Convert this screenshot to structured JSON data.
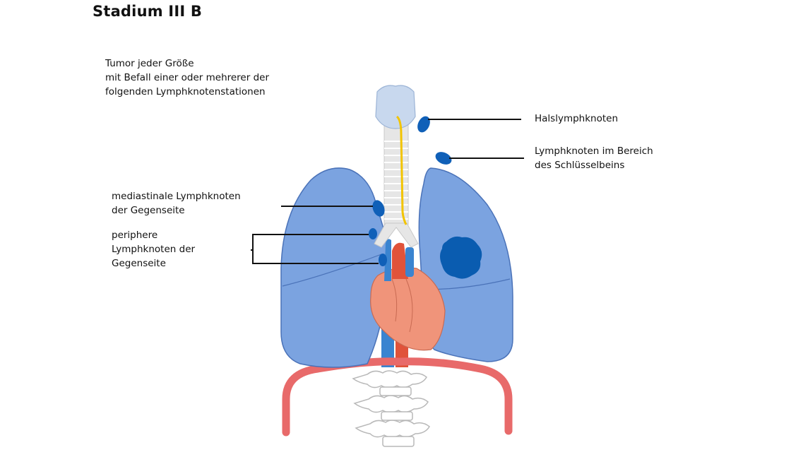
{
  "title": "Stadium III B",
  "intro": {
    "line1": "Tumor jeder Größe",
    "line2": "mit Befall einer oder mehrerer der",
    "line3": "folgenden Lymphknotenstationen"
  },
  "labels": {
    "neck": "Halslymphknoten",
    "clavicle_line1": "Lymphknoten im Bereich",
    "clavicle_line2": "des Schlüsselbeins",
    "mediastinal_line1": "mediastinale Lymphknoten",
    "mediastinal_line2": "der Gegenseite",
    "peripheral_line1": "periphere",
    "peripheral_line2": "Lymphknoten der",
    "peripheral_line3": "Gegenseite"
  },
  "colors": {
    "lung": "#7ba3e0",
    "lung_outline": "#4a72b8",
    "lymph_node": "#1060b8",
    "tumor": "#0a5cb0",
    "heart": "#f0947a",
    "aorta": "#e0533a",
    "vena_cava": "#3a84d0",
    "diaphragm": "#e86a6a",
    "nerve": "#f2c400",
    "trachea": "#e0e0e0"
  }
}
